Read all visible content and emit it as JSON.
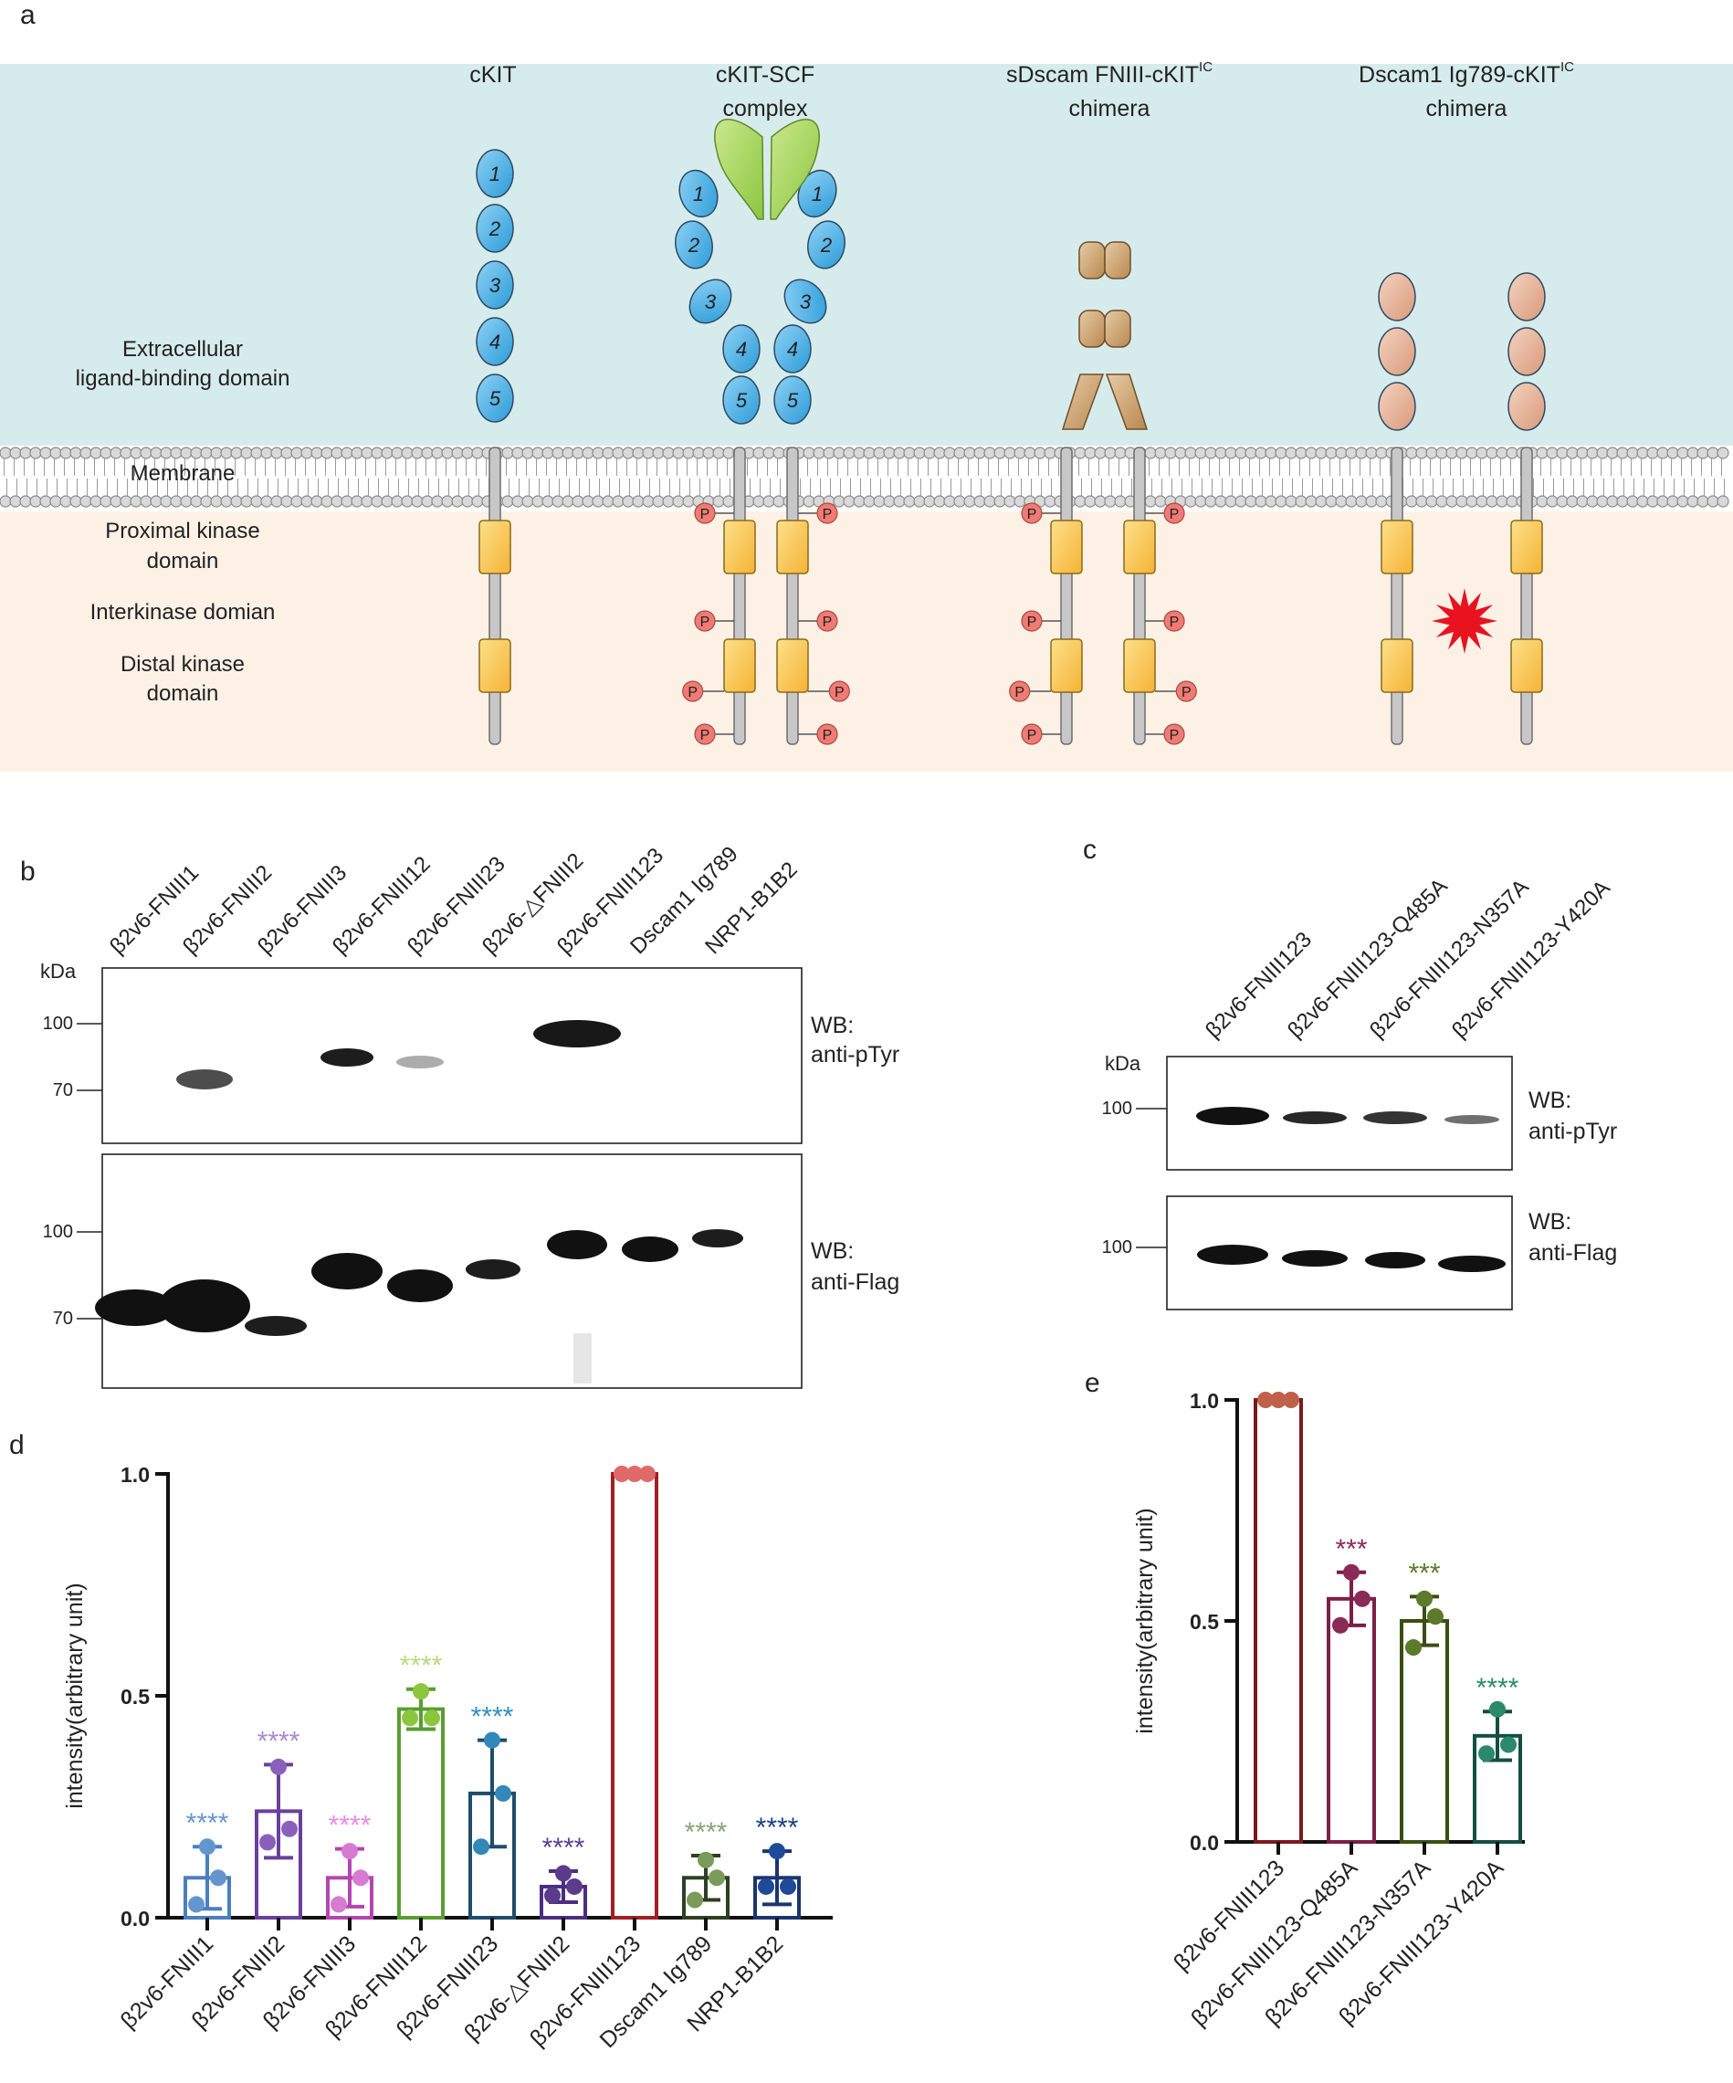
{
  "panels": {
    "a": {
      "letter": "a",
      "region_labels": {
        "extracellular_line1": "Extracellular",
        "extracellular_line2": "ligand-binding domain",
        "membrane": "Membrane",
        "proximal_line1": "Proximal kinase",
        "proximal_line2": "domain",
        "interkinase": "Interkinase domian",
        "distal_line1": "Distal kinase",
        "distal_line2": "domain"
      },
      "constructs": [
        {
          "line1": "cKIT",
          "line2": ""
        },
        {
          "line1": "cKIT-SCF",
          "line2": "complex"
        },
        {
          "line1": "sDscam FNIII-cKIT",
          "sup": "IC",
          "line2": "chimera"
        },
        {
          "line1": "Dscam1 Ig789-cKIT",
          "sup": "IC",
          "line2": "chimera"
        }
      ],
      "domain_numbers": [
        "1",
        "2",
        "3",
        "4",
        "5"
      ],
      "phospho_label": "P",
      "colors": {
        "extracellular": "#d6ecec",
        "intracellular": "#fdf1e6",
        "ig_domain": "#2b9bd8",
        "scf": "#8cc63f",
        "fniii": "#b98850",
        "ig789": "#d99a7a",
        "kinase": "#f5b335",
        "phospho": "#ef7b74",
        "burst": "#e8131f"
      }
    },
    "b": {
      "letter": "b",
      "lanes": [
        "β2v6-FNIII1",
        "β2v6-FNIII2",
        "β2v6-FNIII3",
        "β2v6-FNIII12",
        "β2v6-FNIII23",
        "β2v6-△FNIII2",
        "β2v6-FNIII123",
        "Dscam1 Ig789",
        "NRP1-B1B2"
      ],
      "kda_label": "kDa",
      "blot1": {
        "markers": [
          "100",
          "70"
        ],
        "label_line1": "WB:",
        "label_line2": "anti-pTyr"
      },
      "blot2": {
        "markers": [
          "100",
          "70"
        ],
        "label_line1": "WB:",
        "label_line2": "anti-Flag"
      }
    },
    "c": {
      "letter": "c",
      "lanes": [
        "β2v6-FNIII123",
        "β2v6-FNIII123-Q485A",
        "β2v6-FNIII123-N357A",
        "β2v6-FNIII123-Y420A"
      ],
      "kda_label": "kDa",
      "blot1": {
        "markers": [
          "100"
        ],
        "label_line1": "WB:",
        "label_line2": "anti-pTyr"
      },
      "blot2": {
        "markers": [
          "100"
        ],
        "label_line1": "WB:",
        "label_line2": "anti-Flag"
      }
    },
    "d": {
      "letter": "d"
    },
    "e": {
      "letter": "e"
    }
  },
  "chart_data": [
    {
      "panel": "d",
      "type": "bar",
      "ylabel": "intensity(arbitrary unit)",
      "ylim": [
        0,
        1.0
      ],
      "yticks": [
        0.0,
        0.5,
        1.0
      ],
      "ytick_labels": [
        "0.0",
        "0.5",
        "1.0"
      ],
      "categories": [
        "β2v6-FNIII1",
        "β2v6-FNIII2",
        "β2v6-FNIII3",
        "β2v6-FNIII12",
        "β2v6-FNIII23",
        "β2v6-△FNIII2",
        "β2v6-FNIII123",
        "Dscam1 Ig789",
        "NRP1-B1B2"
      ],
      "values": [
        0.09,
        0.24,
        0.09,
        0.47,
        0.28,
        0.07,
        1.0,
        0.09,
        0.09
      ],
      "errors": [
        0.07,
        0.105,
        0.065,
        0.045,
        0.12,
        0.035,
        0.0,
        0.05,
        0.06
      ],
      "points": [
        [
          0.16,
          0.09,
          0.03
        ],
        [
          0.34,
          0.2,
          0.17
        ],
        [
          0.15,
          0.09,
          0.03
        ],
        [
          0.51,
          0.45,
          0.45
        ],
        [
          0.4,
          0.28,
          0.16
        ],
        [
          0.1,
          0.07,
          0.05
        ],
        [
          1.0,
          1.0,
          1.0
        ],
        [
          0.13,
          0.09,
          0.04
        ],
        [
          0.15,
          0.07,
          0.07
        ]
      ],
      "significance": [
        "****",
        "****",
        "****",
        "****",
        "****",
        "****",
        "",
        "****",
        "****"
      ],
      "colors": [
        "#4a7fbf",
        "#6a3f9b",
        "#b545b0",
        "#5a9e32",
        "#1f4d6b",
        "#4b2e83",
        "#a31f24",
        "#2f3f23",
        "#1a3570"
      ],
      "point_colors": [
        "#6495cf",
        "#8a60bd",
        "#d67ad2",
        "#8cc63f",
        "#3288b8",
        "#5a3b8c",
        "#e06a6a",
        "#7a9a5a",
        "#1f4a9a"
      ],
      "star_colors": [
        "#6495cf",
        "#a68ad3",
        "#e58ee0",
        "#b9d97c",
        "#2e8fc4",
        "#5b3f9c",
        "",
        "#86a672",
        "#1a3f85"
      ]
    },
    {
      "panel": "e",
      "type": "bar",
      "ylabel": "intensity(arbitrary unit)",
      "ylim": [
        0,
        1.0
      ],
      "yticks": [
        0.0,
        0.5,
        1.0
      ],
      "ytick_labels": [
        "0.0",
        "0.5",
        "1.0"
      ],
      "categories": [
        "β2v6-FNIII123",
        "β2v6-FNIII123-Q485A",
        "β2v6-FNIII123-N357A",
        "β2v6-FNIII123-Y420A"
      ],
      "values": [
        1.0,
        0.55,
        0.5,
        0.24
      ],
      "errors": [
        0.0,
        0.06,
        0.055,
        0.055
      ],
      "points": [
        [
          1.0,
          1.0,
          1.0
        ],
        [
          0.61,
          0.55,
          0.49
        ],
        [
          0.55,
          0.51,
          0.44
        ],
        [
          0.3,
          0.22,
          0.2
        ]
      ],
      "significance": [
        "",
        "***",
        "***",
        "****"
      ],
      "colors": [
        "#7a1a1e",
        "#7a1f45",
        "#3a4f13",
        "#144f3f"
      ],
      "point_colors": [
        "#c0604a",
        "#8a2a55",
        "#5c7a2a",
        "#2a8a6a"
      ],
      "star_colors": [
        "",
        "#8a2a55",
        "#5c7a2a",
        "#2a8a6a"
      ]
    }
  ]
}
